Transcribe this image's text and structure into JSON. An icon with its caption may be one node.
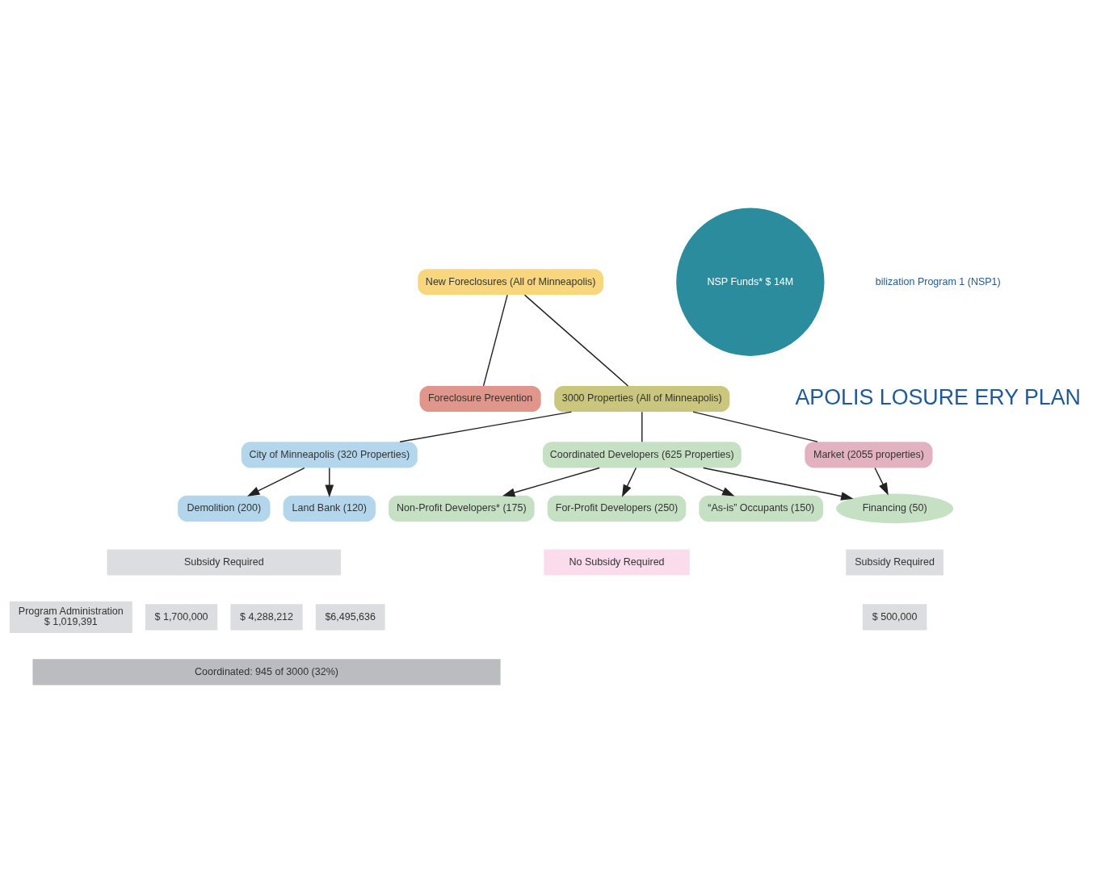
{
  "diagram": {
    "nodes": [
      {
        "text": [
          "New Foreclosures (All of Minneapolis)"
        ]
      },
      {
        "text": [
          "NSP Funds* $ 14M"
        ]
      },
      {
        "text": [
          "Foreclosure Prevention"
        ]
      },
      {
        "text": [
          "3000 Properties (All of Minneapolis)"
        ]
      },
      {
        "text": [
          "City of Minneapolis (320 Properties)"
        ]
      },
      {
        "text": [
          "Coordinated Developers (625 Properties)"
        ]
      },
      {
        "text": [
          "Market (2055 properties)"
        ]
      },
      {
        "text": [
          "Demolition (200)"
        ]
      },
      {
        "text": [
          "Land Bank (120)"
        ]
      },
      {
        "text": [
          "Non-Profit Developers* (175)"
        ]
      },
      {
        "text": [
          "For-Profit Developers (250)"
        ]
      },
      {
        "text": [
          "“As-is” Occupants (150)"
        ]
      },
      {
        "text": [
          "Financing (50)"
        ]
      },
      {
        "text": [
          "Subsidy Required"
        ]
      },
      {
        "text": [
          "No Subsidy Required"
        ]
      },
      {
        "text": [
          "Subsidy Required"
        ]
      },
      {
        "text": [
          "Program Administration",
          "$ 1,019,391"
        ]
      },
      {
        "text": [
          "$ 1,700,000"
        ]
      },
      {
        "text": [
          "$ 4,288,212"
        ]
      },
      {
        "text": [
          "$6,495,636"
        ]
      },
      {
        "text": [
          "$ 500,000"
        ]
      },
      {
        "text": [
          "Coordinated: 945 of 3000 (32%)"
        ]
      }
    ],
    "edges": [
      {
        "from": 0,
        "to": 2,
        "arrow": "none"
      },
      {
        "from": 0,
        "to": 3,
        "arrow": "none"
      },
      {
        "from": 3,
        "to": 4,
        "arrow": "none"
      },
      {
        "from": 3,
        "to": 5,
        "arrow": "none"
      },
      {
        "from": 3,
        "to": 6,
        "arrow": "none"
      },
      {
        "from": 4,
        "to": 7,
        "arrow": "to"
      },
      {
        "from": 4,
        "to": 8,
        "arrow": "to"
      },
      {
        "from": 5,
        "to": 9,
        "arrow": "to"
      },
      {
        "from": 5,
        "to": 10,
        "arrow": "to"
      },
      {
        "from": 5,
        "to": 11,
        "arrow": "to"
      },
      {
        "from": 5,
        "to": 12,
        "arrow": "to"
      },
      {
        "from": 6,
        "to": 12,
        "arrow": "to"
      }
    ],
    "labels": [
      "bilization Program 1 (NSP1)",
      "APOLIS LOSURE ERY PLAN"
    ]
  }
}
